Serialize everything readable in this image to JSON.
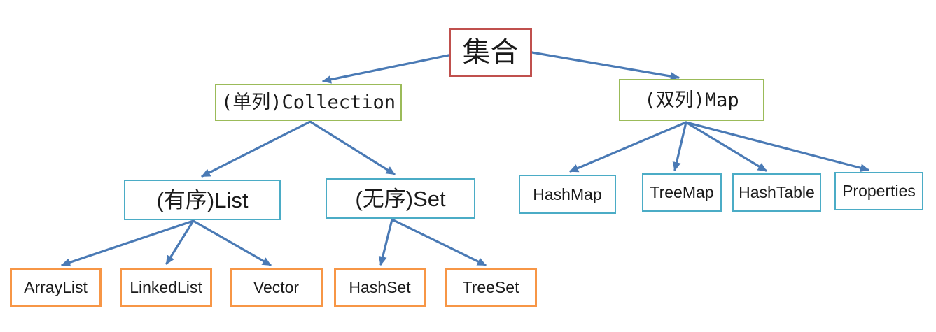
{
  "diagram": {
    "type": "tree"
  },
  "nodes": {
    "root": {
      "label": "集合"
    },
    "collection": {
      "label": "(单列)Collection"
    },
    "map": {
      "label": "(双列)Map"
    },
    "list": {
      "label": "(有序)List"
    },
    "set": {
      "label": "(无序)Set"
    },
    "hashmap": {
      "label": "HashMap"
    },
    "treemap": {
      "label": "TreeMap"
    },
    "hashtable": {
      "label": "HashTable"
    },
    "properties": {
      "label": "Properties"
    },
    "arraylist": {
      "label": "ArrayList"
    },
    "linkedlist": {
      "label": "LinkedList"
    },
    "vector": {
      "label": "Vector"
    },
    "hashset": {
      "label": "HashSet"
    },
    "treeset": {
      "label": "TreeSet"
    }
  },
  "edges": [
    {
      "from": "root",
      "to": "collection"
    },
    {
      "from": "root",
      "to": "map"
    },
    {
      "from": "collection",
      "to": "list"
    },
    {
      "from": "collection",
      "to": "set"
    },
    {
      "from": "list",
      "to": "arraylist"
    },
    {
      "from": "list",
      "to": "linkedlist"
    },
    {
      "from": "list",
      "to": "vector"
    },
    {
      "from": "set",
      "to": "hashset"
    },
    {
      "from": "set",
      "to": "treeset"
    },
    {
      "from": "map",
      "to": "hashmap"
    },
    {
      "from": "map",
      "to": "treemap"
    },
    {
      "from": "map",
      "to": "hashtable"
    },
    {
      "from": "map",
      "to": "properties"
    }
  ],
  "colors": {
    "root_border": "#c0504d",
    "branch_border": "#9bbb59",
    "mid_border": "#4bacc6",
    "leaf_border": "#f79646",
    "arrow": "#4a7ab5"
  }
}
